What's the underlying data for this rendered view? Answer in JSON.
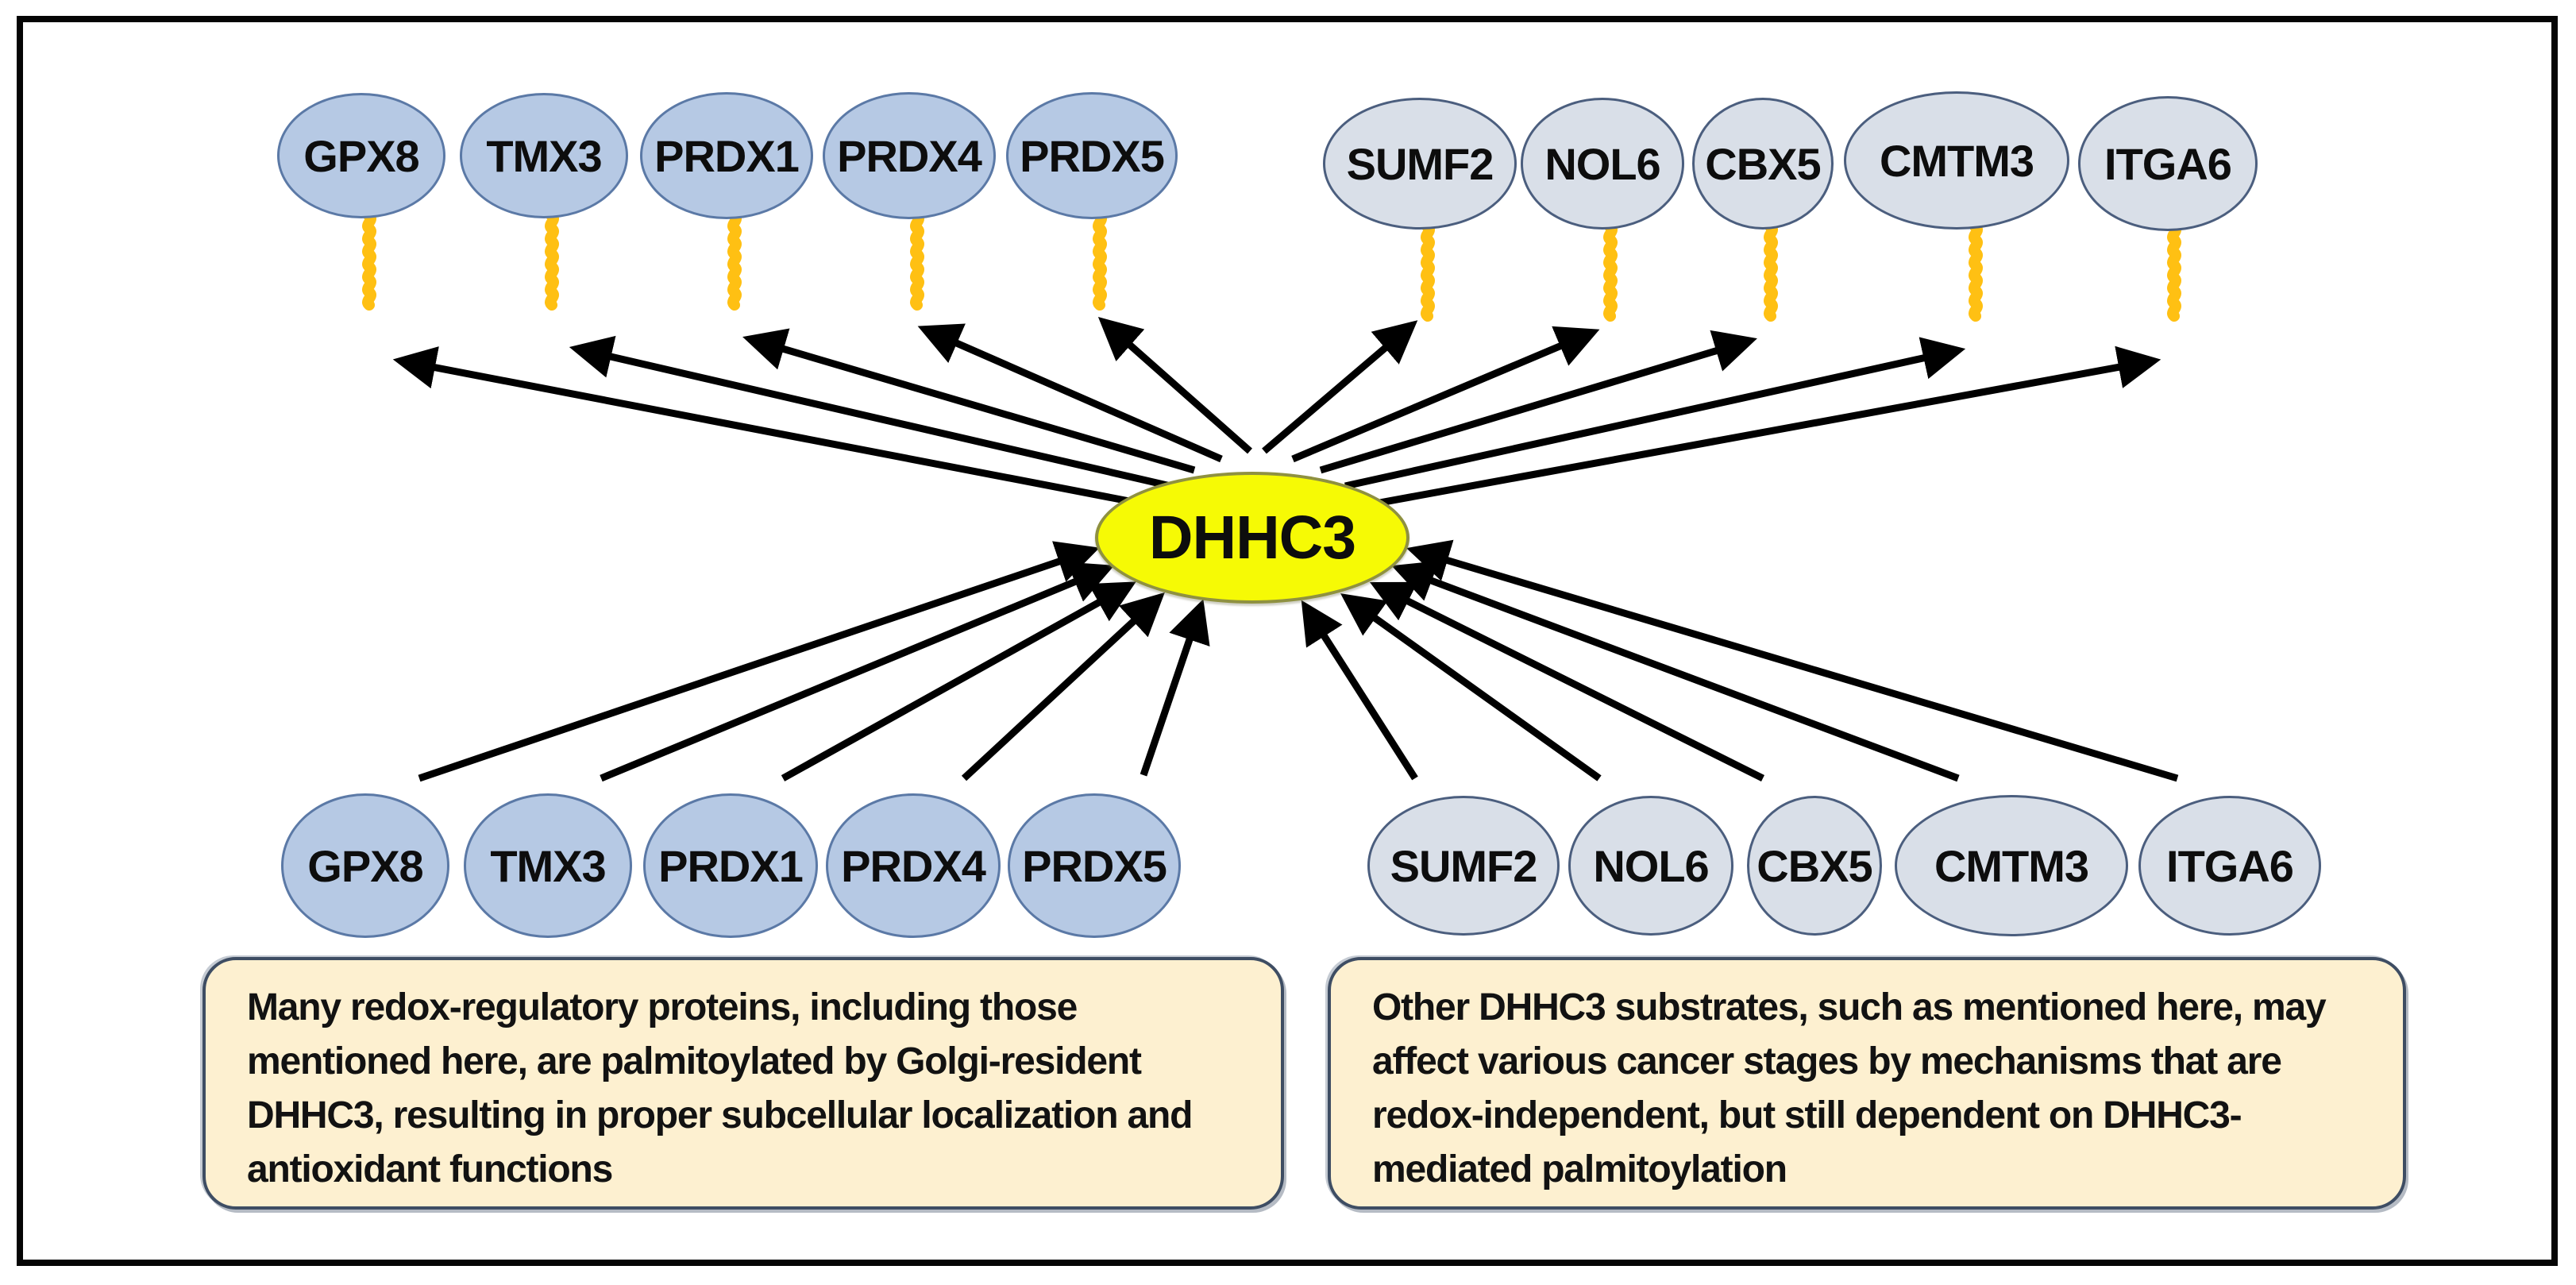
{
  "figure": {
    "enzyme": {
      "label": "DHHC3"
    },
    "redox_substrates": [
      "GPX8",
      "TMX3",
      "PRDX1",
      "PRDX4",
      "PRDX5"
    ],
    "other_substrates": [
      "SUMF2",
      "NOL6",
      "CBX5",
      "CMTM3",
      "ITGA6"
    ],
    "notes": {
      "left": "Many redox-regulatory proteins, including those mentioned here, are palmitoylated by Golgi-resident DHHC3, resulting in proper subcellular localization and antioxidant functions",
      "right": "Other DHHC3 substrates, such as mentioned here, may affect various cancer stages by mechanisms that are redox-independent, but still dependent on DHHC3-mediated palmitoylation"
    },
    "colors": {
      "redox_node_fill": "#b6c9e4",
      "redox_node_border": "#5b79a6",
      "other_node_fill": "#d9dfe8",
      "other_node_border": "#4b5e7e",
      "enzyme_fill": "#f6fa05",
      "enzyme_border": "#8f9140",
      "palmitoyl_tail": "#ffc013",
      "note_fill": "#fdf0d0",
      "note_border": "#3e4d63",
      "arrow": "#000000",
      "frame_border": "#050505"
    }
  }
}
